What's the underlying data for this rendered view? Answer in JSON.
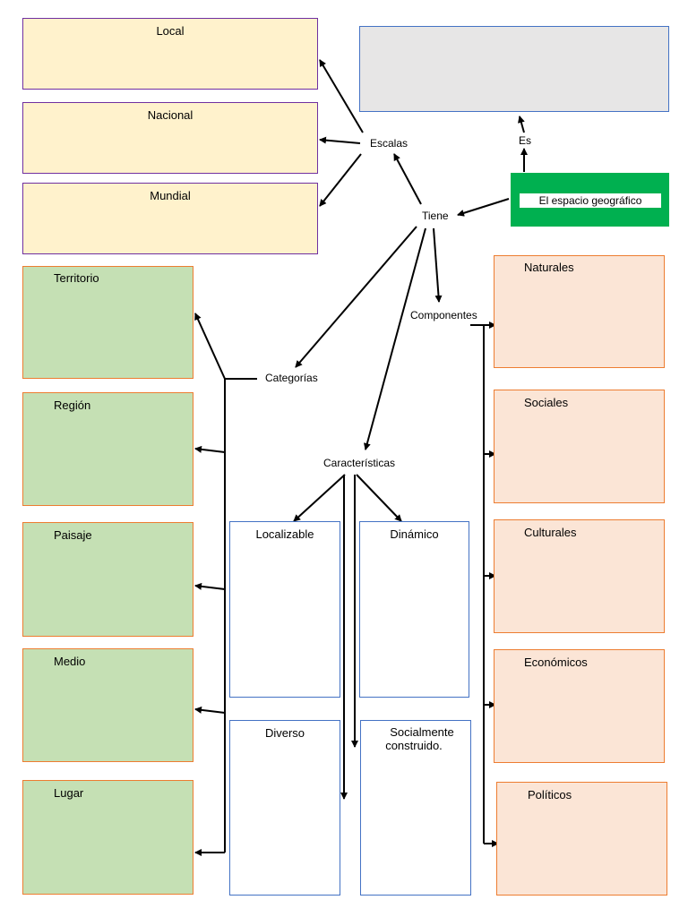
{
  "title": "El espacio geográfico",
  "definition_box": "",
  "connectors": {
    "es": "Es",
    "tiene": "Tiene",
    "escalas": "Escalas",
    "categorias": "Categorías",
    "componentes": "Componentes",
    "caracteristicas": "Características"
  },
  "escalas": [
    "Local",
    "Nacional",
    "Mundial"
  ],
  "categorias": [
    "Territorio",
    "Región",
    "Paisaje",
    "Medio",
    "Lugar"
  ],
  "componentes": [
    "Naturales",
    "Sociales",
    "Culturales",
    "Económicos",
    "Políticos"
  ],
  "caracteristicas": [
    "Localizable",
    "Dinámico",
    "Diverso",
    "Socialmente",
    "construido."
  ],
  "colors": {
    "escalas_fill": "#fff2cc",
    "escalas_border": "#7030a0",
    "categorias_fill": "#c5e0b4",
    "componentes_fill": "#fbe5d6",
    "orange_border": "#ed7d31",
    "blue_border": "#4472c4",
    "main_fill": "#00b050",
    "definition_fill": "#e7e6e6"
  }
}
